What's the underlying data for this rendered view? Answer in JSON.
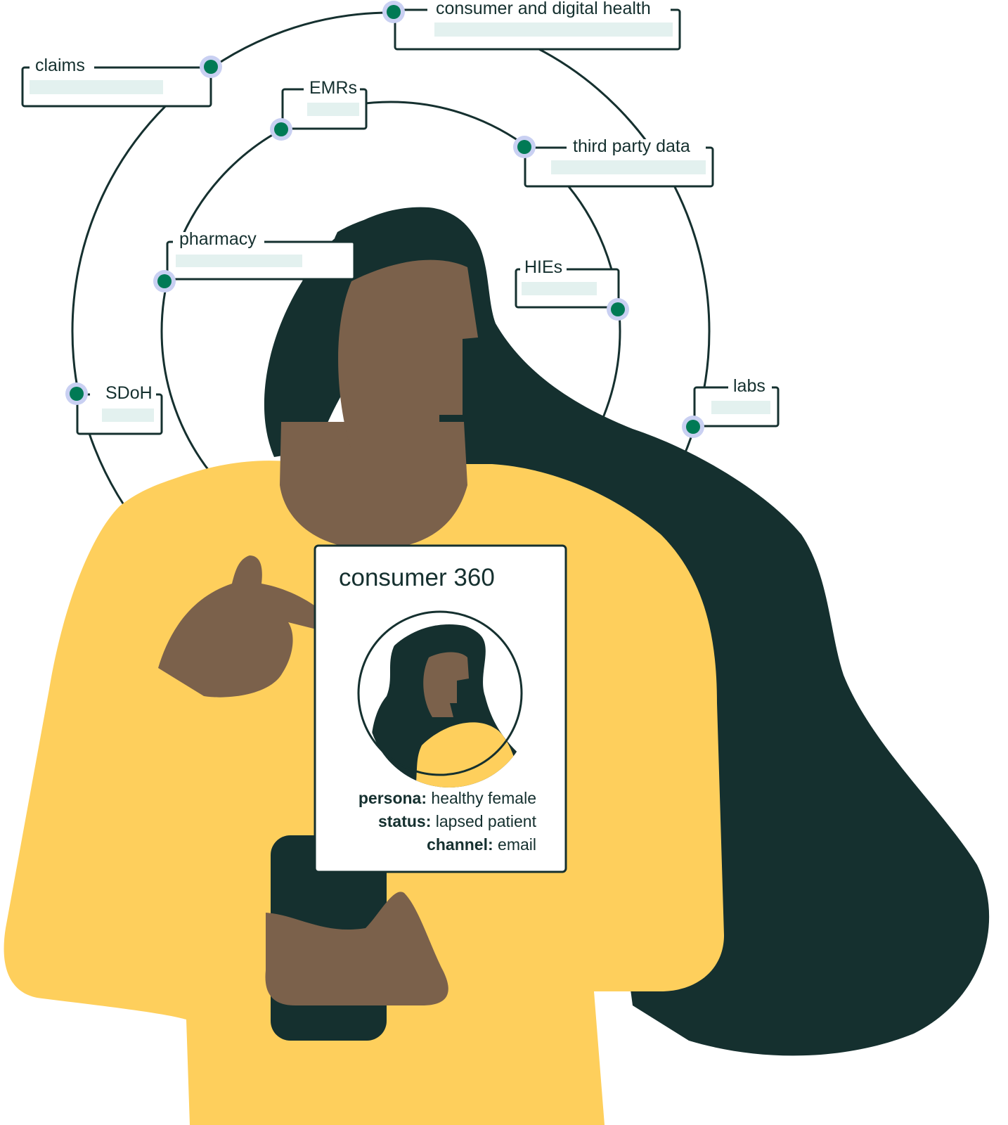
{
  "nodes": {
    "consumer_digital_health": "consumer and digital health",
    "claims": "claims",
    "emrs": "EMRs",
    "third_party": "third party data",
    "pharmacy": "pharmacy",
    "hies": "HIEs",
    "sdoh": "SDoH",
    "labs": "labs"
  },
  "card": {
    "title": "consumer 360",
    "persona_key": "persona:",
    "persona_value": "healthy female",
    "status_key": "status:",
    "status_value": "lapsed patient",
    "channel_key": "channel:",
    "channel_value": "email"
  },
  "colors": {
    "ink": "#15302f",
    "hair": "#15302f",
    "skin": "#7b614b",
    "shirt": "#fecf5c",
    "node_dot": "#007a55",
    "node_ring": "#c9d0f2",
    "placeholder_bar": "#e3f1ef"
  },
  "icons": {
    "node": "data-source-node-icon",
    "avatar": "avatar-portrait-icon"
  }
}
